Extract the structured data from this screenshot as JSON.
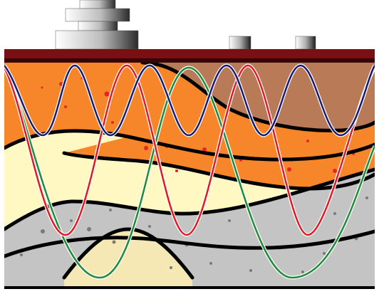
{
  "colors": {
    "background": "#ffffff",
    "surface_band": "#7a0f14",
    "surface_band_dark": "#3a0508",
    "orange_layer": "#f7862a",
    "brown_layer": "#b97a58",
    "cream_layer": "#fff8c2",
    "gray_layer": "#c4c4c4",
    "lower_cream": "#f6e8b4",
    "boundary": "#000000",
    "red_dots": "#e8242a",
    "gray_dots": "#7a7a7a",
    "wave_blue": "#1a1a6e",
    "wave_red": "#e01a24",
    "wave_green": "#1f8a3a"
  },
  "structures": [
    {
      "name": "large-building-icon"
    },
    {
      "name": "small-receiver-icon"
    },
    {
      "name": "small-receiver-icon"
    }
  ],
  "waves": [
    {
      "name": "short-period-wave",
      "color_key": "wave_blue"
    },
    {
      "name": "medium-period-wave",
      "color_key": "wave_red"
    },
    {
      "name": "long-period-wave",
      "color_key": "wave_green"
    }
  ]
}
